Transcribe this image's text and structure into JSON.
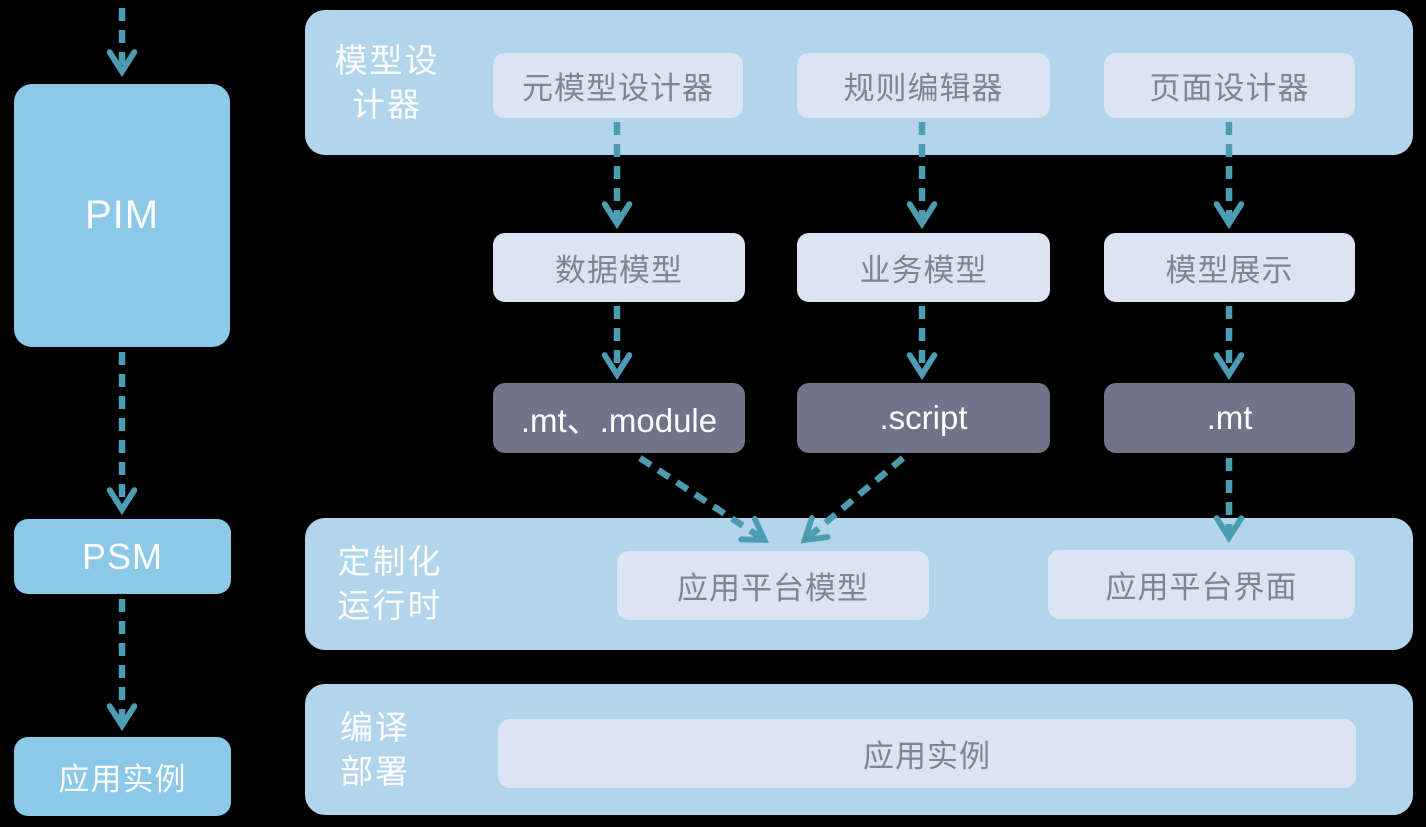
{
  "colors": {
    "background": "#000000",
    "node-blue": "#8CC9E9",
    "container-blue": "#B3D5EB",
    "chip-light": "#DCE4F3",
    "chip-text": "#7E8695",
    "dark-slate": "#6F7488",
    "arrow-teal": "#4D9DB2",
    "label-white": "#FCFDFE"
  },
  "left_column": {
    "pim_label": "PIM",
    "psm_label": "PSM",
    "instance_label": "应用实例"
  },
  "model_designer": {
    "label": "模型设\n计器",
    "tools": [
      "元模型设计器",
      "规则编辑器",
      "页面设计器"
    ]
  },
  "artifacts": {
    "models": [
      "数据模型",
      "业务模型",
      "模型展示"
    ],
    "files": [
      ".mt、.module",
      ".script",
      ".mt"
    ]
  },
  "runtime": {
    "label": "定制化\n运行时",
    "items": [
      "应用平台模型",
      "应用平台界面"
    ]
  },
  "deploy": {
    "label": "编译\n部署",
    "item": "应用实例"
  }
}
